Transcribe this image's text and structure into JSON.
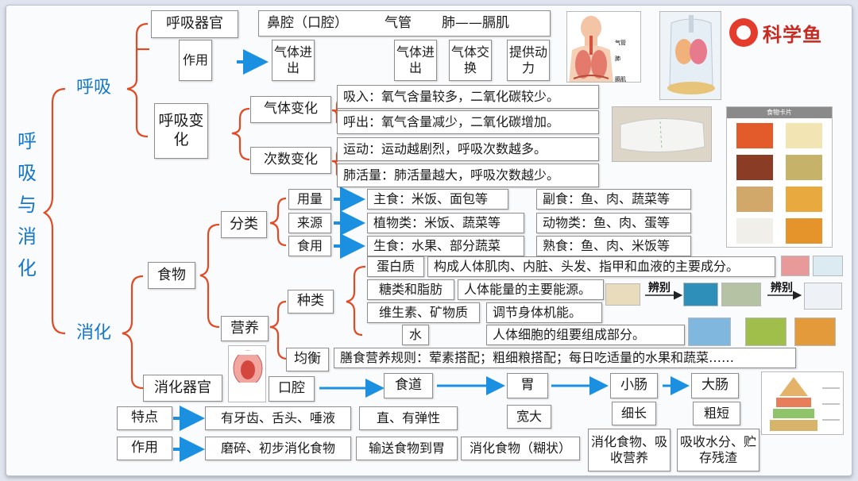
{
  "root": {
    "title": "呼吸与消化"
  },
  "logo": {
    "text": "科学鱼"
  },
  "respiration": {
    "title": "呼吸",
    "organs": {
      "label": "呼吸器官",
      "pathway": {
        "nose": "鼻腔（口腔）",
        "trachea": "气管",
        "lung": "肺——膈肌"
      },
      "function_label": "作用",
      "roles": [
        "气体进出",
        "气体进出",
        "气体交换",
        "提供动力"
      ],
      "diagram_labels": [
        "气管",
        "肺",
        "膈肌"
      ]
    },
    "change": {
      "label": "呼吸变化",
      "gas_label": "气体变化",
      "gas_items": [
        "吸入：氧气含量较多，二氧化碳较少。",
        "呼出：氧气含量减少，二氧化碳增加。"
      ],
      "rate_label": "次数变化",
      "rate_items": [
        "运动：运动越剧烈，呼吸次数越多。",
        "肺活量：肺活量越大，呼吸次数越少。"
      ]
    }
  },
  "digestion": {
    "title": "消化",
    "food": {
      "label": "食物",
      "classification": {
        "label": "分类",
        "rows": [
          {
            "label": "用量",
            "a": "主食：米饭、面包等",
            "b": "副食：鱼、肉、蔬菜等"
          },
          {
            "label": "来源",
            "a": "植物类：米饭、蔬菜等",
            "b": "动物类：鱼、肉、蛋等"
          },
          {
            "label": "食用",
            "a": "生食：水果、部分蔬菜",
            "b": "熟食：鱼、肉、米饭等"
          }
        ]
      },
      "nutrition": {
        "label": "营养",
        "types_label": "种类",
        "types": [
          {
            "name": "蛋白质",
            "desc": "构成人体肌肉、内脏、头发、指甲和血液的主要成分。"
          },
          {
            "name": "糖类和脂肪",
            "desc": "人体能量的主要能源。"
          },
          {
            "name": "维生素、矿物质",
            "desc": "调节身体机能。"
          },
          {
            "name": "水",
            "desc": "人体细胞的组要组成部分。"
          }
        ],
        "identify": [
          "辨别",
          "辨别"
        ],
        "balance_label": "均衡",
        "balance_text": "膳食营养规则：荤素搭配；粗细粮搭配；每日吃适量的水果和蔬菜……"
      },
      "food_card_title": "食物卡片"
    },
    "organs": {
      "label": "消化器官",
      "sequence": [
        "口腔",
        "食道",
        "胃",
        "小肠",
        "大肠"
      ],
      "feature_label": "特点",
      "features": [
        "有牙齿、舌头、唾液",
        "直、有弹性",
        "宽大",
        "细长",
        "粗短"
      ],
      "function_label": "作用",
      "functions": [
        "磨碎、初步消化食物",
        "输送食物到胃",
        "消化食物（糊状）",
        "消化食物、吸收营养",
        "吸收水分、贮存残渣"
      ]
    }
  },
  "colors": {
    "accent": "#1577c9",
    "bracket": "#e04a24",
    "arrow": "#1b8fe0",
    "red_arrow": "#e23a23"
  }
}
